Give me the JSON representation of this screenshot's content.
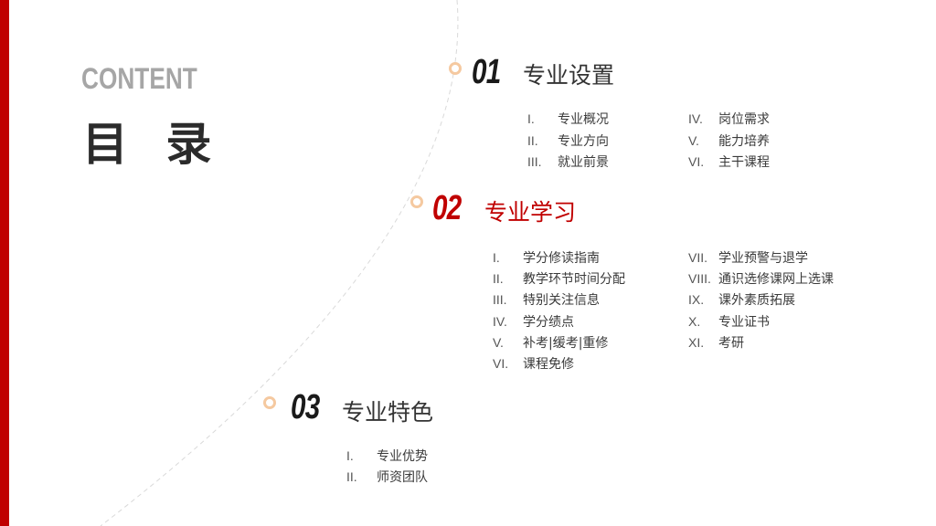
{
  "header": {
    "content_label": "CONTENT",
    "title": "目 录"
  },
  "colors": {
    "accent": "#c00000",
    "dot_ring": "#f5c9a0",
    "muted": "#a6a6a6"
  },
  "sections": [
    {
      "number": "01",
      "title": "专业设置",
      "items": [
        {
          "num": "I.",
          "text": "专业概况"
        },
        {
          "num": "II.",
          "text": "专业方向"
        },
        {
          "num": "III.",
          "text": "就业前景"
        },
        {
          "num": "IV.",
          "text": "岗位需求"
        },
        {
          "num": "V.",
          "text": "能力培养"
        },
        {
          "num": "VI.",
          "text": "主干课程"
        }
      ]
    },
    {
      "number": "02",
      "title": "专业学习",
      "items": [
        {
          "num": "I.",
          "text": "学分修读指南"
        },
        {
          "num": "II.",
          "text": "教学环节时间分配"
        },
        {
          "num": "III.",
          "text": "特别关注信息"
        },
        {
          "num": "IV.",
          "text": "学分绩点"
        },
        {
          "num": "V.",
          "text": "补考|缓考|重修"
        },
        {
          "num": "VI.",
          "text": "课程免修"
        },
        {
          "num": "VII.",
          "text": "学业预警与退学"
        },
        {
          "num": "VIII.",
          "text": "通识选修课网上选课"
        },
        {
          "num": "IX.",
          "text": "课外素质拓展"
        },
        {
          "num": "X.",
          "text": "专业证书"
        },
        {
          "num": "XI.",
          "text": "考研"
        }
      ]
    },
    {
      "number": "03",
      "title": "专业特色",
      "items": [
        {
          "num": "I.",
          "text": "专业优势"
        },
        {
          "num": "II.",
          "text": "师资团队"
        }
      ]
    }
  ]
}
